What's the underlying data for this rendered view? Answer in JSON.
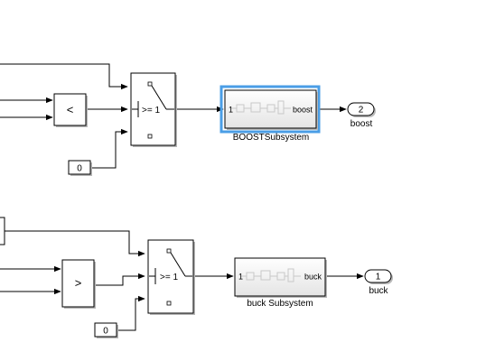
{
  "diagram": {
    "top": {
      "compare_op": "<",
      "switch_threshold": ">= 1",
      "constant_value": "0",
      "subsystem": {
        "name": "BOOSTSubsystem",
        "in_port_label": "1",
        "out_port_label": "boost",
        "selected_color": "#4a9ee6"
      },
      "outport": {
        "number": "2",
        "name": "boost"
      }
    },
    "bottom": {
      "compare_op": ">",
      "switch_threshold": ">= 1",
      "constant_value": "0",
      "subsystem": {
        "name": "buck Subsystem",
        "in_port_label": "1",
        "out_port_label": "buck"
      },
      "outport": {
        "number": "1",
        "name": "buck"
      }
    }
  }
}
